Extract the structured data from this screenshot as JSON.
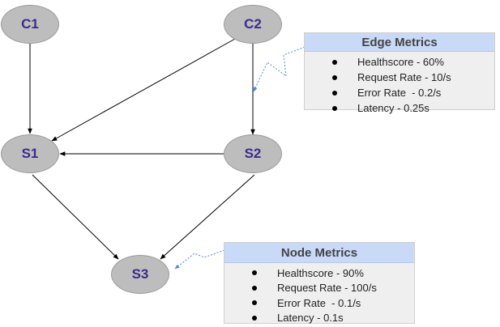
{
  "nodes": {
    "c1": "C1",
    "c2": "C2",
    "s1": "S1",
    "s2": "S2",
    "s3": "S3"
  },
  "edge_metrics": {
    "title": "Edge Metrics",
    "items": [
      "Healthscore - 60%",
      "Request Rate - 10/s",
      "Error Rate  - 0.2/s",
      "Latency - 0.25s"
    ]
  },
  "node_metrics": {
    "title": "Node Metrics",
    "items": [
      "Healthscore - 90%",
      "Request Rate - 100/s",
      "Error Rate  - 0.1/s",
      "Latency - 0.1s"
    ]
  },
  "colors": {
    "node_fill": "#bdbdbd",
    "node_text": "#3c2a8e",
    "panel_header": "#c9daf8",
    "panel_body": "#efefef",
    "callout_line": "#4a86e8"
  }
}
